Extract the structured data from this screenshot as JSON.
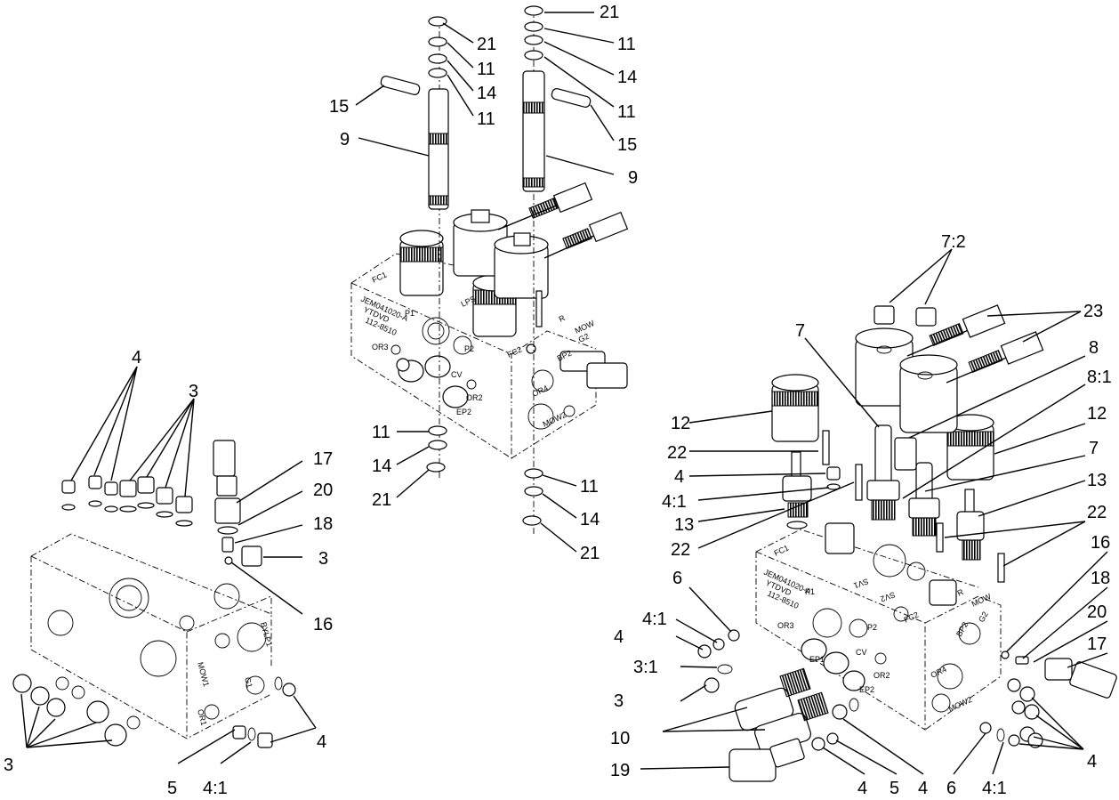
{
  "callouts": {
    "center": [
      "21",
      "11",
      "14",
      "11",
      "15",
      "9",
      "21",
      "11",
      "14",
      "11",
      "15",
      "9",
      "11",
      "14",
      "21",
      "11",
      "14",
      "21"
    ],
    "left": [
      "4",
      "3",
      "17",
      "20",
      "18",
      "3",
      "16",
      "3",
      "5",
      "4:1",
      "4"
    ],
    "right": [
      "7:2",
      "23",
      "7",
      "8",
      "8:1",
      "12",
      "12",
      "22",
      "7",
      "4",
      "4:1",
      "13",
      "13",
      "22",
      "22",
      "6",
      "16",
      "18",
      "20",
      "17",
      "4:1",
      "4",
      "3:1",
      "3",
      "10",
      "19",
      "4",
      "5",
      "4",
      "6",
      "4:1",
      "4"
    ]
  },
  "block_markings": {
    "center_block": [
      "JEM041020-A",
      "YTDVD",
      "112-8510",
      "P1",
      "OR3",
      "P2",
      "CV",
      "OR2",
      "EP2",
      "OR4",
      "MOW2",
      "G2",
      "BP2",
      "MOW",
      "R",
      "FC2",
      "LPS",
      "FC1"
    ],
    "left_block": [
      "MOW1",
      "OR1",
      "BYLP1",
      "G1"
    ],
    "right_block": [
      "JEM041020-A",
      "YTDVD",
      "112-8510",
      "P1",
      "OR3",
      "P2",
      "CV",
      "OR2",
      "EP1",
      "EP2",
      "OR4",
      "MOW2",
      "BP2",
      "G2",
      "MOW",
      "R",
      "FC2",
      "SV2",
      "SV1",
      "FC1"
    ]
  }
}
